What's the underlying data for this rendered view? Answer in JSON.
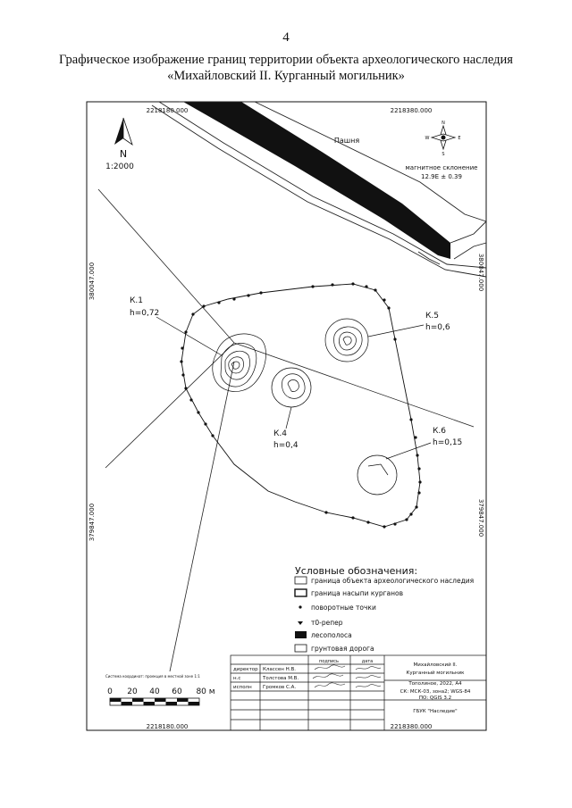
{
  "page_number": "4",
  "title_line1": "Графическое изображение границ территории объекта археологического наследия",
  "title_line2": "«Михайловский II. Курганный могильник»",
  "map": {
    "coord_top_left": "2218180.000",
    "coord_top_right": "2218380.000",
    "coord_bottom_left": "2218180.000",
    "coord_bottom_right": "2218380.000",
    "coord_left_top": "380047.000",
    "coord_left_bottom": "379847.000",
    "coord_right_top": "380047.000",
    "coord_right_bottom": "379847.000",
    "north_label": "N",
    "scale_ratio": "1:2000",
    "field_label": "Пашня",
    "declination_line1": "магнитное склонение",
    "declination_line2": "12.9E ± 0.39",
    "compass_letters": [
      "N",
      "E",
      "S",
      "W"
    ],
    "kurgans": [
      {
        "name": "К.1",
        "height": "h=0,72"
      },
      {
        "name": "К.4",
        "height": "h=0,4"
      },
      {
        "name": "К.5",
        "height": "h=0,6"
      },
      {
        "name": "К.6",
        "height": "h=0,15"
      }
    ],
    "scale_bar": {
      "caption": "Система координат: проекция в местной зоне 1:1",
      "ticks": [
        "0",
        "20",
        "40",
        "60",
        "80 м"
      ]
    }
  },
  "legend": {
    "title": "Условные обозначения:",
    "items": [
      {
        "label": "граница объекта археологического наследия",
        "symbol": "boundary"
      },
      {
        "label": "граница насыпи курганов",
        "symbol": "mound"
      },
      {
        "label": "поворотные точки",
        "symbol": "dot"
      },
      {
        "label": "т0-репер",
        "symbol": "benchmark"
      },
      {
        "label": "лесополоса",
        "symbol": "forest"
      },
      {
        "label": "грунтовая дорога",
        "symbol": "road"
      }
    ]
  },
  "stamp": {
    "header_signature": "подпись",
    "header_date": "дата",
    "rows": [
      {
        "role": "директор",
        "name": "Классен Н.В."
      },
      {
        "role": "н.с",
        "name": "Толстова М.В."
      },
      {
        "role": "исполн",
        "name": "Громков С.А."
      }
    ],
    "object_line1": "Михайловский II.",
    "object_line2": "Курганный могильник",
    "place_line": "Тополиное, 2022, А4",
    "crs_line": "СК: МСК-03, зона2; WGS-84",
    "software_line": "ПО: QGIS 3.2",
    "org_line": "ГБУК \"Наследие\""
  },
  "colors": {
    "forest_fill": "#111111",
    "line": "#222222"
  }
}
